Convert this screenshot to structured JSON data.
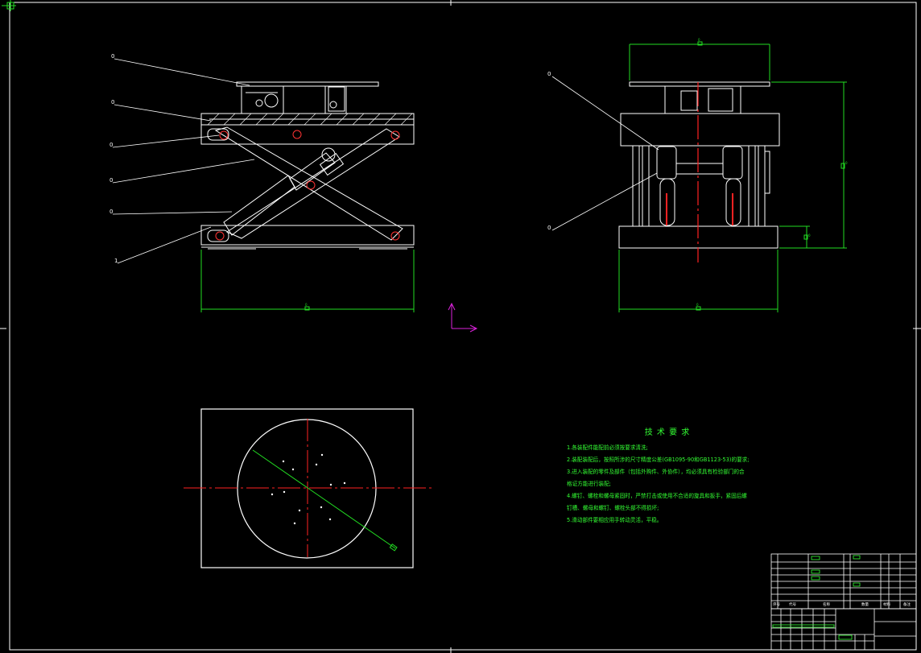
{
  "colors": {
    "background": "#000000",
    "outline": "#ffffff",
    "dimension": "#22dd22",
    "centerline": "#ff2222",
    "ucs": "#dd22dd",
    "text": "#33ff33"
  },
  "callouts": {
    "front_view": [
      "0",
      "0",
      "0",
      "0",
      "0",
      "1"
    ],
    "side_view": [
      "0",
      "0"
    ]
  },
  "dimensions": {
    "front_width": "0",
    "side_top_width": "0",
    "side_height": "0",
    "side_base_height": "0",
    "side_width": "0"
  },
  "tech_requirements": {
    "title": "技 术 要 求",
    "lines": [
      "1.各装配件能配前必须按要求清洗;",
      "2.装配装配后，按照所涉的尺寸精度公差(GB1095-90和GB1123-53)的要求;",
      "3.进入装配的零件及部件（包括外购件、外协件），均必须具有检验部门的合",
      "格证方能进行装配;",
      "4.螺钉、螺栓和螺母紧固时，严禁打击或使用不合适的旋具和扳手，紧固后螺",
      "钉槽、螺母和螺钉、螺栓头部不得损坏;",
      "5.滑动部件要相应用手转动灵活，平稳。"
    ]
  },
  "title_block": {
    "bottom_labels": [
      "序号",
      "代号",
      "名称",
      "数量",
      "材料",
      "备注"
    ]
  }
}
